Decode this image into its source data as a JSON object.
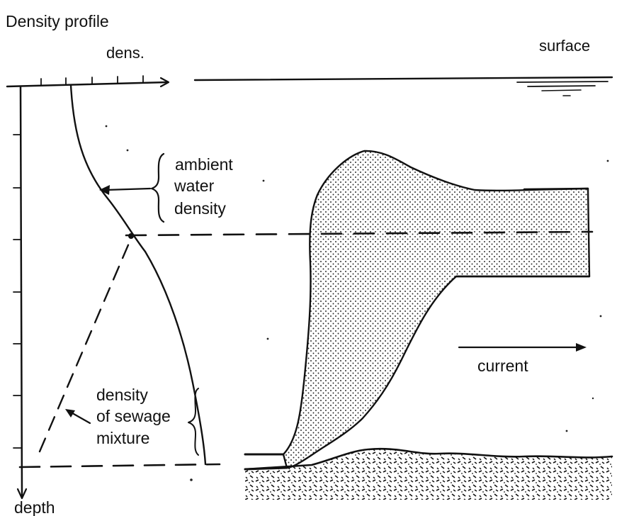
{
  "title": "Density profile",
  "labels": {
    "density_axis": "dens.",
    "depth_axis": "depth",
    "surface": "surface",
    "ambient_line1": "ambient",
    "ambient_line2": "water",
    "ambient_line3": "density",
    "sewage_line1": "density",
    "sewage_line2": "of sewage",
    "sewage_line3": "mixture",
    "current": "current"
  },
  "colors": {
    "ink": "#111111",
    "background": "#ffffff"
  }
}
